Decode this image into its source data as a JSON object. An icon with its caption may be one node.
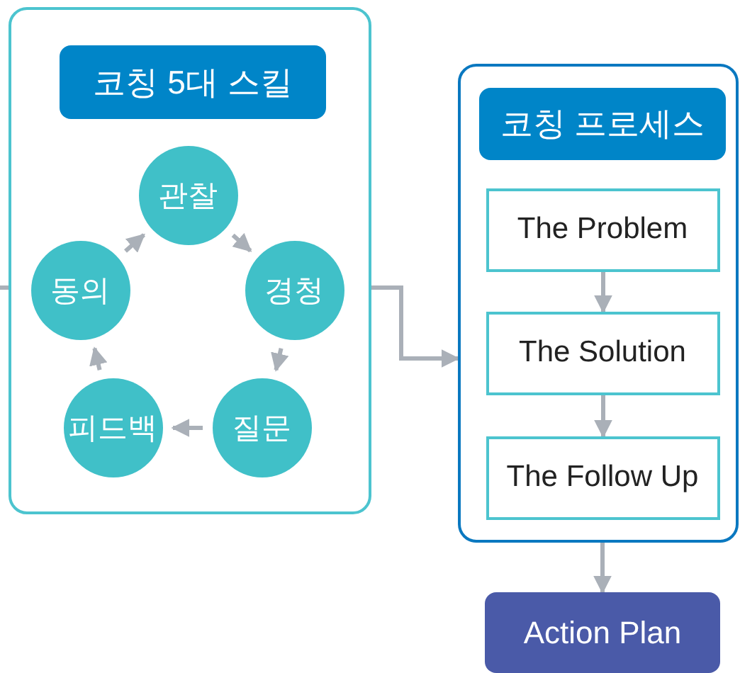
{
  "diagram": {
    "nodes": [
      {
        "text": [
          "코칭 5대 스킬"
        ]
      },
      {
        "text": [
          "관찰"
        ],
        "in": 0
      },
      {
        "text": [
          "경청"
        ],
        "in": 0
      },
      {
        "text": [
          "질문"
        ],
        "in": 0
      },
      {
        "text": [
          "피드백"
        ],
        "in": 0
      },
      {
        "text": [
          "동의"
        ],
        "in": 0
      },
      {
        "text": [
          "코칭 프로세스"
        ]
      },
      {
        "text": [
          "The Problem"
        ],
        "in": 6
      },
      {
        "text": [
          "The Solution"
        ],
        "in": 6
      },
      {
        "text": [
          "The Follow Up"
        ],
        "in": 6
      },
      {
        "text": [
          "Action Plan"
        ]
      }
    ],
    "edges": [
      {
        "from": 1,
        "to": 2,
        "arrow": "to"
      },
      {
        "from": 2,
        "to": 3,
        "arrow": "to"
      },
      {
        "from": 3,
        "to": 4,
        "arrow": "to"
      },
      {
        "from": 4,
        "to": 5,
        "arrow": "to"
      },
      {
        "from": 5,
        "to": 1,
        "arrow": "to"
      },
      {
        "from": 0,
        "to": 6,
        "arrow": "to"
      },
      {
        "from": 7,
        "to": 8,
        "arrow": "to"
      },
      {
        "from": 8,
        "to": 9,
        "arrow": "to"
      },
      {
        "from": 6,
        "to": 10,
        "arrow": "to"
      },
      {
        "from": null,
        "to": 0,
        "arrow": "none"
      }
    ]
  }
}
